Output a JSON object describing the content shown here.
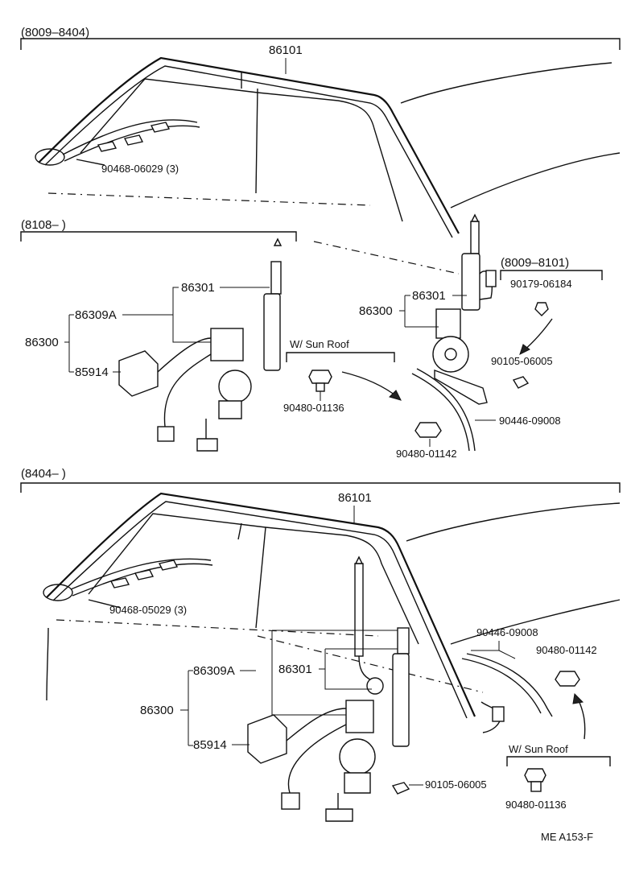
{
  "sections": {
    "top": {
      "range": "(8009–8404)"
    },
    "middle": {
      "range": "(8108–       )"
    },
    "bottom": {
      "range": "(8404–       )"
    }
  },
  "labels": {
    "top_86101": "86101",
    "top_90468": "90468-06029 (3)",
    "mid_86301_left": "86301",
    "mid_86309A": "86309A",
    "mid_86300_left": "86300",
    "mid_85914": "85914",
    "sunroof_mid": "W/ Sun Roof",
    "mid_90480_01136": "90480-01136",
    "mid_90480_01142": "90480-01142",
    "mid_90446_09008": "90446-09008",
    "mid_86301_right": "86301",
    "mid_86300_right": "86300",
    "sub_range": "(8009–8101)",
    "mid_90179": "90179-06184",
    "mid_90105": "90105-06005",
    "bot_86101": "86101",
    "bot_90468": "90468-05029 (3)",
    "bot_86309A": "86309A",
    "bot_86301": "86301",
    "bot_86300": "86300",
    "bot_85914": "85914",
    "bot_90446_09008": "90446-09008",
    "bot_90480_01142": "90480-01142",
    "sunroof_bot": "W/ Sun Roof",
    "bot_90480_01136": "90480-01136",
    "bot_90105": "90105-06005",
    "ref_code": "ME  A153-F"
  }
}
